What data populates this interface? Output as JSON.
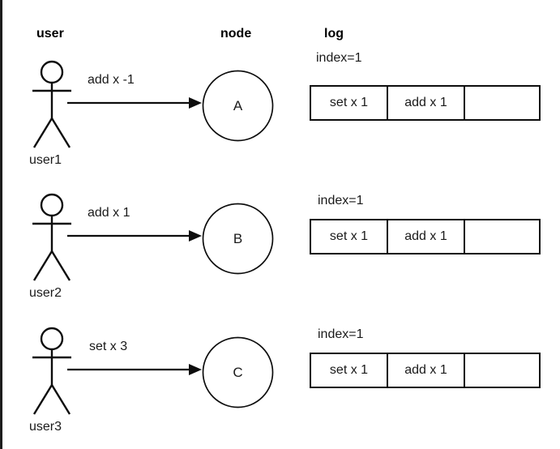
{
  "diagram": {
    "type": "sequence-like-replication-diagram",
    "columns": [
      {
        "id": "user",
        "label": "user"
      },
      {
        "id": "node",
        "label": "node"
      },
      {
        "id": "log",
        "label": "log"
      }
    ],
    "rows": [
      {
        "actor_label": "user1",
        "actor_icon": "stick-figure-icon",
        "message": "add x -1",
        "node_letter": "A",
        "index_label": "index=1",
        "log_cells": [
          "set x 1",
          "add x 1",
          ""
        ]
      },
      {
        "actor_label": "user2",
        "actor_icon": "stick-figure-icon",
        "message": "add x 1",
        "node_letter": "B",
        "index_label": "index=1",
        "log_cells": [
          "set x 1",
          "add x 1",
          ""
        ]
      },
      {
        "actor_label": "user3",
        "actor_icon": "stick-figure-icon",
        "message": "set x 3",
        "node_letter": "C",
        "index_label": "index=1",
        "log_cells": [
          "set x 1",
          "add x 1",
          ""
        ]
      }
    ],
    "colors": {
      "stroke": "#0d0d0d",
      "text": "#1a1a1a",
      "background": "#ffffff"
    }
  }
}
